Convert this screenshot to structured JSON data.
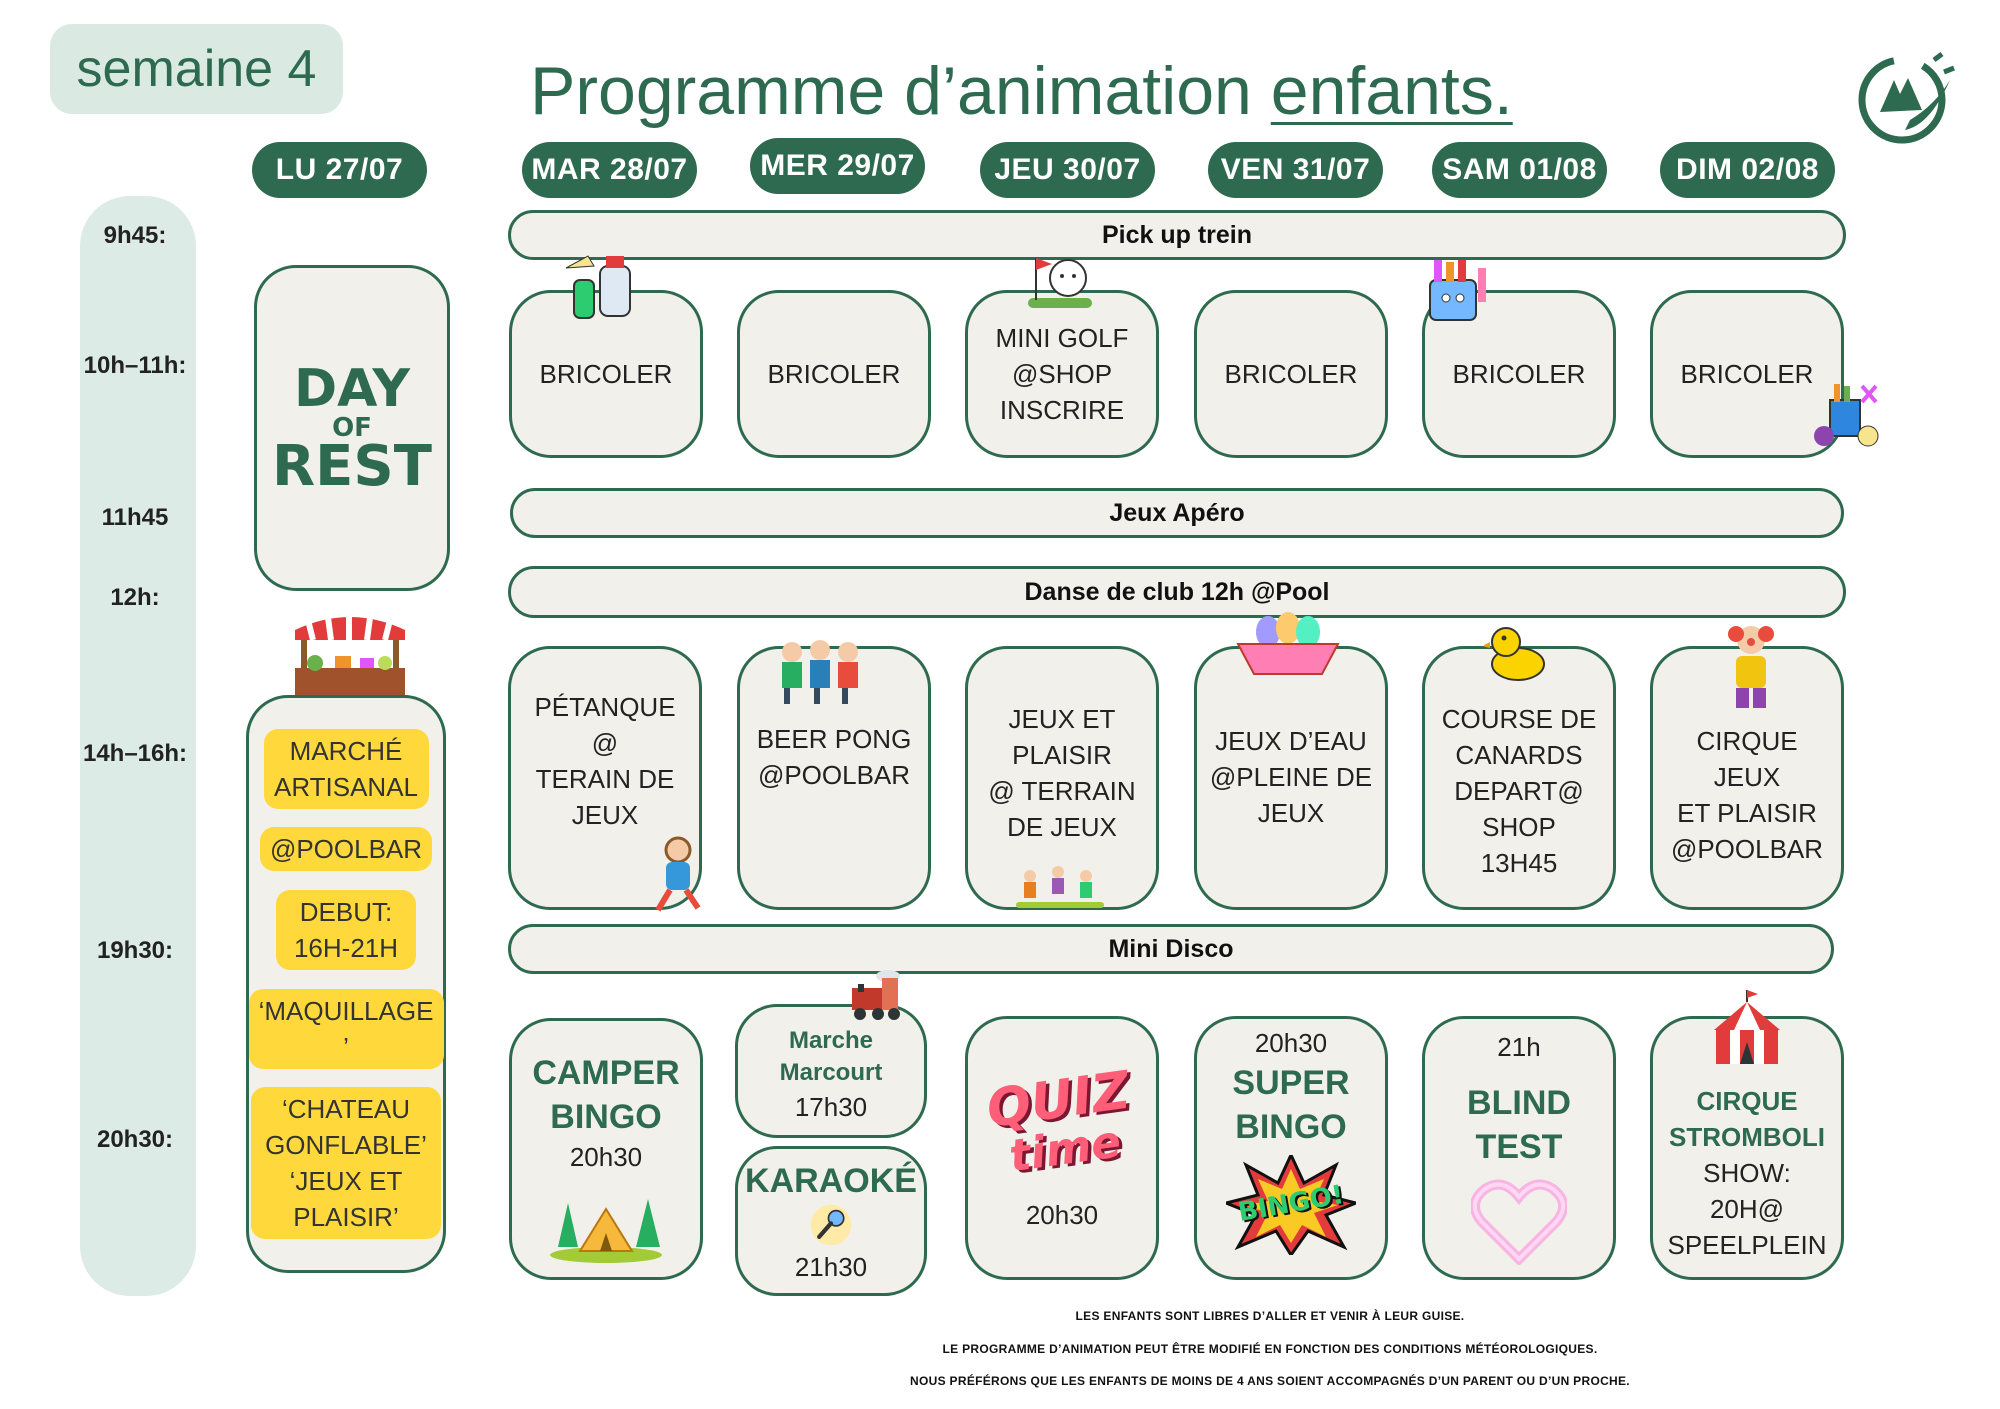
{
  "header": {
    "week_label": "semaine 4",
    "title_main": "Programme d’animation ",
    "title_underlined": "enfants."
  },
  "days": [
    "LU 27/07",
    "MAR 28/07",
    "MER 29/07",
    "JEU 30/07",
    "VEN 31/07",
    "SAM 01/08",
    "DIM 02/08"
  ],
  "times": [
    "9h45:",
    "10h–11h:",
    "11h45",
    "12h:",
    "14h–16h:",
    "19h30:",
    "20h30:"
  ],
  "bars": {
    "pickup": "Pick up trein",
    "apero": "Jeux Apéro",
    "danse": "Danse de club 12h @Pool",
    "disco": "Mini Disco"
  },
  "monday": {
    "rest": [
      "DAY",
      "OF",
      "REST"
    ],
    "afternoon": [
      "MARCHÉ ARTISANAL",
      "@POOLBAR",
      "DEBUT: 16H-21H",
      "‘MAQUILLAGE ’",
      "‘CHATEAU GONFLABLE’ ‘JEUX ET PLAISIR’"
    ]
  },
  "morning": [
    [
      "BRICOLER"
    ],
    [
      "BRICOLER"
    ],
    [
      "MINI GOLF",
      "@SHOP",
      "INSCRIRE"
    ],
    [
      "BRICOLER"
    ],
    [
      "BRICOLER"
    ],
    [
      "BRICOLER"
    ]
  ],
  "afternoon": [
    [
      "PÉTANQUE",
      "@",
      "TERAIN DE",
      "JEUX"
    ],
    [
      "BEER PONG",
      "@POOLBAR"
    ],
    [
      "JEUX ET",
      "PLAISIR",
      "@ TERRAIN",
      "DE JEUX"
    ],
    [
      "JEUX D’EAU",
      "@PLEINE DE",
      "JEUX"
    ],
    [
      "COURSE DE",
      "CANARDS",
      "DEPART@",
      "SHOP",
      "13H45"
    ],
    [
      "CIRQUE JEUX",
      "ET PLAISIR",
      "@POOLBAR"
    ]
  ],
  "evening": {
    "tue": {
      "title": [
        "CAMPER",
        "BINGO"
      ],
      "time": "20h30"
    },
    "wed_top": {
      "title": [
        "Marche",
        "Marcourt"
      ],
      "time": "17h30"
    },
    "wed_bottom": {
      "title": "KARAOKÉ",
      "time": "21h30"
    },
    "thu": {
      "logo": [
        "QUIZ",
        "time"
      ],
      "time": "20h30"
    },
    "fri": {
      "time": "20h30",
      "title": [
        "SUPER",
        "BINGO"
      ],
      "sticker": "BINGO!"
    },
    "sat": {
      "time": "21h",
      "title": [
        "BLIND",
        "TEST"
      ]
    },
    "sun": {
      "title": [
        "CIRQUE",
        "STROMBOLI"
      ],
      "text": [
        "SHOW:",
        "20H@",
        "SPEELPLEIN"
      ]
    }
  },
  "footnotes": [
    "LES ENFANTS SONT LIBRES D’ALLER ET VENIR À LEUR GUISE.",
    "LE PROGRAMME D’ANIMATION PEUT ÊTRE MODIFIÉ EN FONCTION DES CONDITIONS MÉTÉOROLOGIQUES.",
    "NOUS PRÉFÉRONS QUE LES ENFANTS DE MOINS DE 4 ANS SOIENT ACCOMPAGNÉS D’UN PARENT OU D’UN PROCHE."
  ],
  "colors": {
    "green": "#2e6a4f",
    "light_green": "#dcebe5",
    "box_bg": "#f2f0eb",
    "yellow": "#ffd93b"
  }
}
